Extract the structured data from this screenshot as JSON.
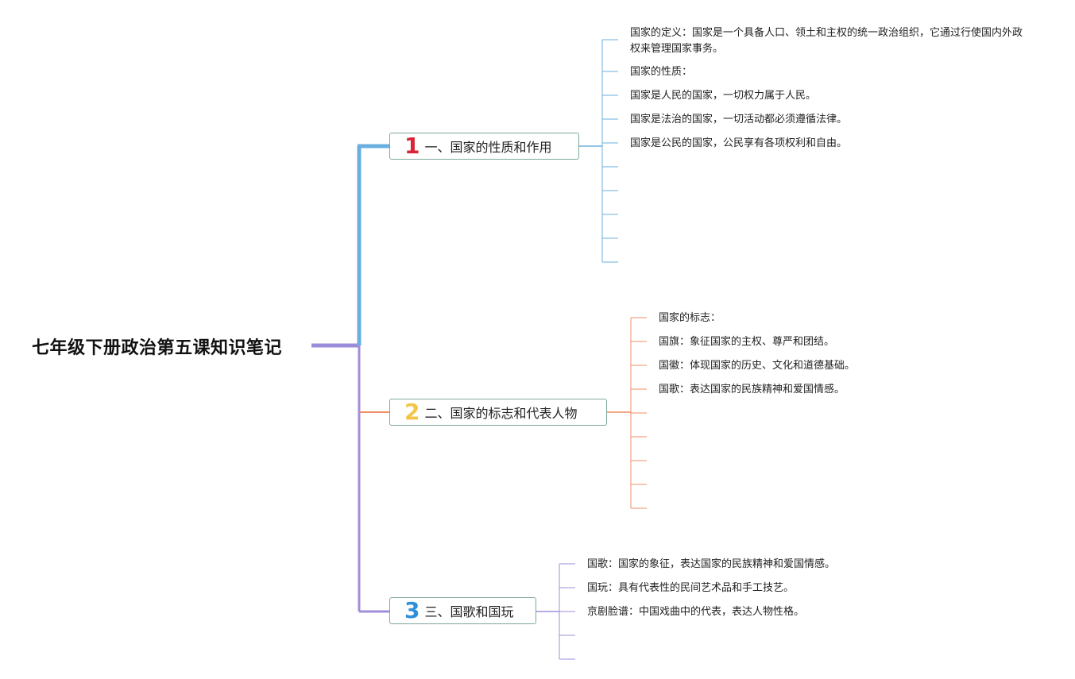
{
  "root": {
    "title": "七年级下册政治第五课知识笔记"
  },
  "colors": {
    "root_line": "#9b8cd9",
    "branch1": "#6aafdf",
    "branch2": "#f08c64",
    "branch3": "#a18ed8",
    "num1": "#d8253a",
    "num2": "#f3c64a",
    "num3": "#2f8fd8",
    "box_border": "#7fa89a"
  },
  "branches": [
    {
      "number": "1",
      "label": "一、国家的性质和作用",
      "items": [
        "国家的定义：国家是一个具备人口、领土和主权的统一政治组织，它通过行使国内外政权来管理国家事务。",
        "国家的性质：",
        "国家是人民的国家，一切权力属于人民。",
        "国家是法治的国家，一切活动都必须遵循法律。",
        "国家是公民的国家，公民享有各项权利和自由。",
        "",
        "",
        "",
        "",
        ""
      ]
    },
    {
      "number": "2",
      "label": "二、国家的标志和代表人物",
      "items": [
        "国家的标志：",
        "国旗：象征国家的主权、尊严和团结。",
        "国徽：体现国家的历史、文化和道德基础。",
        "国歌：表达国家的民族精神和爱国情感。",
        "",
        "",
        "",
        "",
        ""
      ]
    },
    {
      "number": "3",
      "label": "三、国歌和国玩",
      "items": [
        "国歌：国家的象征，表达国家的民族精神和爱国情感。",
        "国玩：具有代表性的民间艺术品和手工技艺。",
        "京剧脸谱：中国戏曲中的代表，表达人物性格。",
        "",
        ""
      ]
    }
  ]
}
